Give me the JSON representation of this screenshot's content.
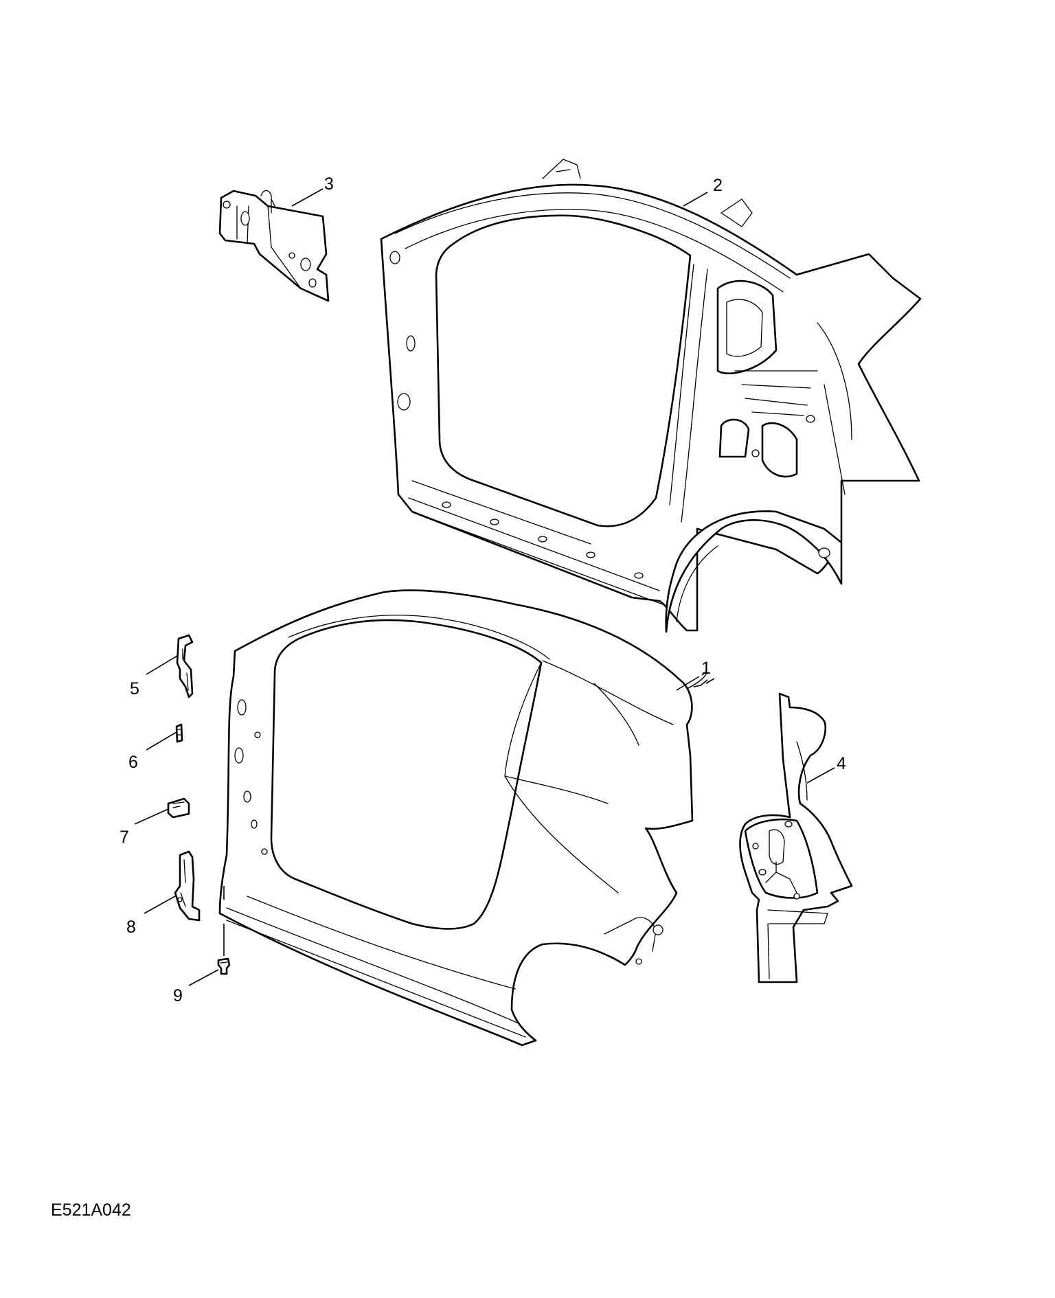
{
  "diagram": {
    "reference_code": "E521A042",
    "callouts": [
      {
        "id": "callout-1",
        "label": "1"
      },
      {
        "id": "callout-2",
        "label": "2"
      },
      {
        "id": "callout-3",
        "label": "3"
      },
      {
        "id": "callout-4",
        "label": "4"
      },
      {
        "id": "callout-5",
        "label": "5"
      },
      {
        "id": "callout-6",
        "label": "6"
      },
      {
        "id": "callout-7",
        "label": "7"
      },
      {
        "id": "callout-8",
        "label": "8"
      },
      {
        "id": "callout-9",
        "label": "9"
      }
    ]
  },
  "colors": {
    "line": "#000000",
    "background": "#ffffff"
  }
}
